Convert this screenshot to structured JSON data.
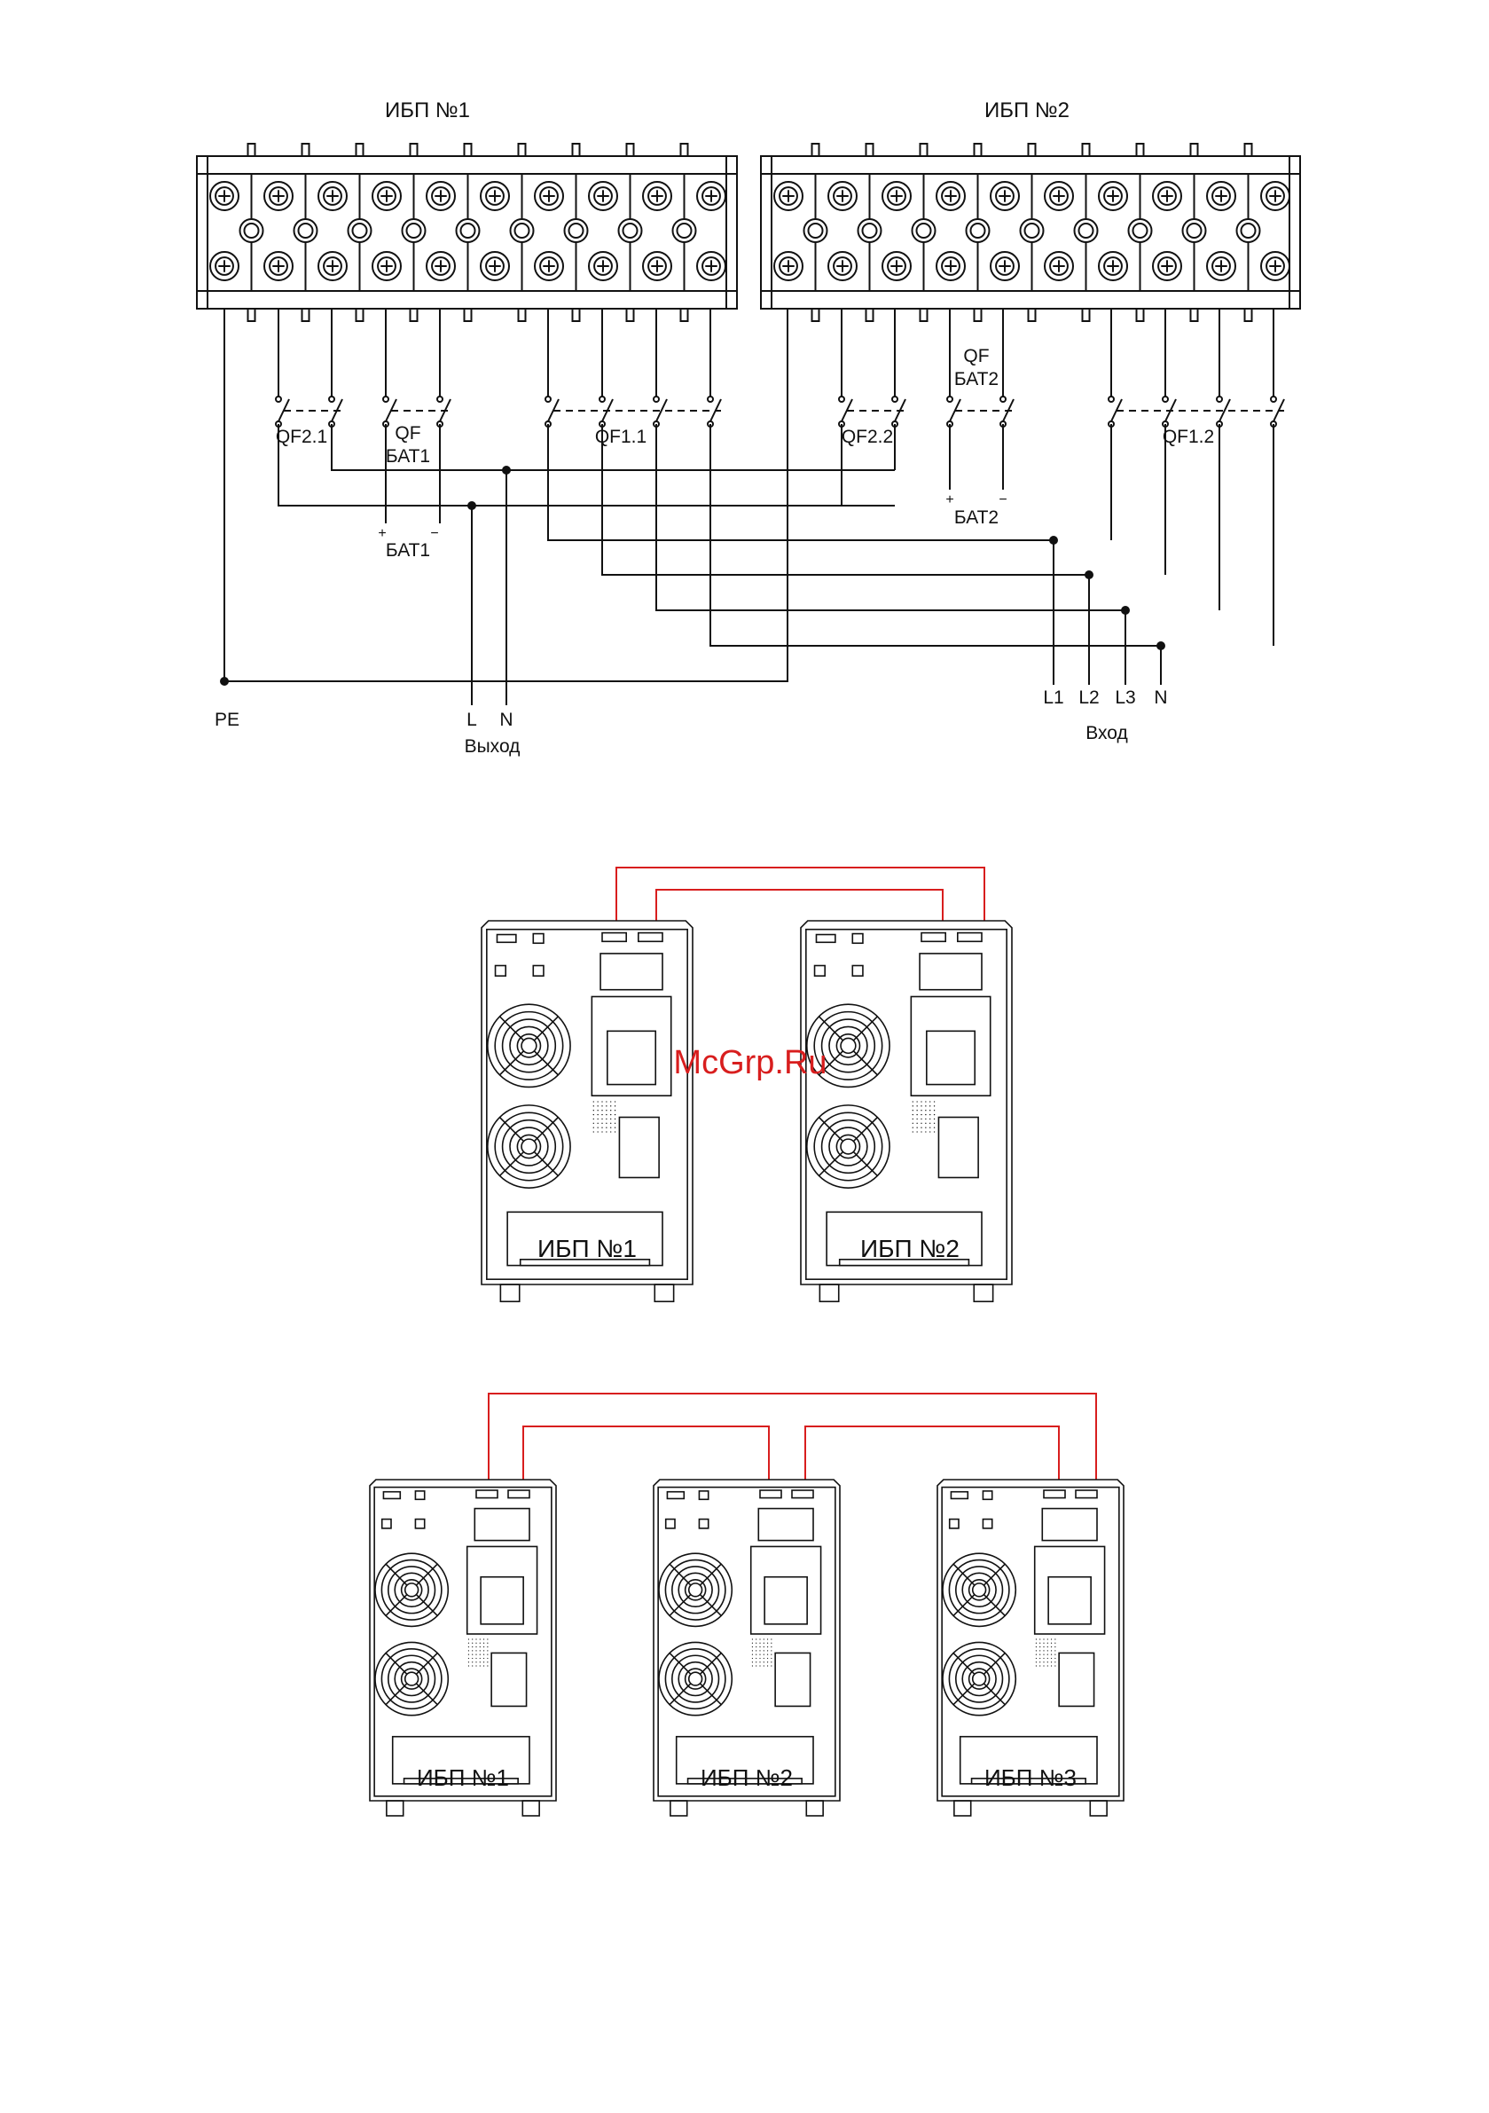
{
  "wiring_diagram": {
    "ups1_title": "ИБП №1",
    "ups2_title": "ИБП №2",
    "breakers": {
      "qf2_1": "QF2.1",
      "qf_bat1_line1": "QF",
      "qf_bat1_line2": "БАТ1",
      "qf1_1": "QF1.1",
      "qf2_2": "QF2.2",
      "qf_bat2_line1": "QF",
      "qf_bat2_line2": "БАТ2",
      "qf1_2": "QF1.2"
    },
    "battery1": {
      "plus": "+",
      "minus": "−",
      "label": "БАТ1"
    },
    "battery2": {
      "plus": "+",
      "minus": "−",
      "label": "БАТ2"
    },
    "output": {
      "pe": "PE",
      "l": "L",
      "n": "N",
      "label": "Выход"
    },
    "input": {
      "l1": "L1",
      "l2": "L2",
      "l3": "L3",
      "n": "N",
      "label": "Вход"
    }
  },
  "parallel_two": {
    "unit_labels": [
      "ИБП №1",
      "ИБП №2"
    ]
  },
  "parallel_three": {
    "unit_labels": [
      "ИБП №1",
      "ИБП №2",
      "ИБП №3"
    ]
  },
  "watermark": "McGrp.Ru",
  "colors": {
    "line": "#111111",
    "cable": "#d81e1e",
    "watermark": "#d81e1e"
  },
  "icons": [
    "screw-terminal-icon",
    "fan-grille-icon",
    "db9-port-icon"
  ]
}
